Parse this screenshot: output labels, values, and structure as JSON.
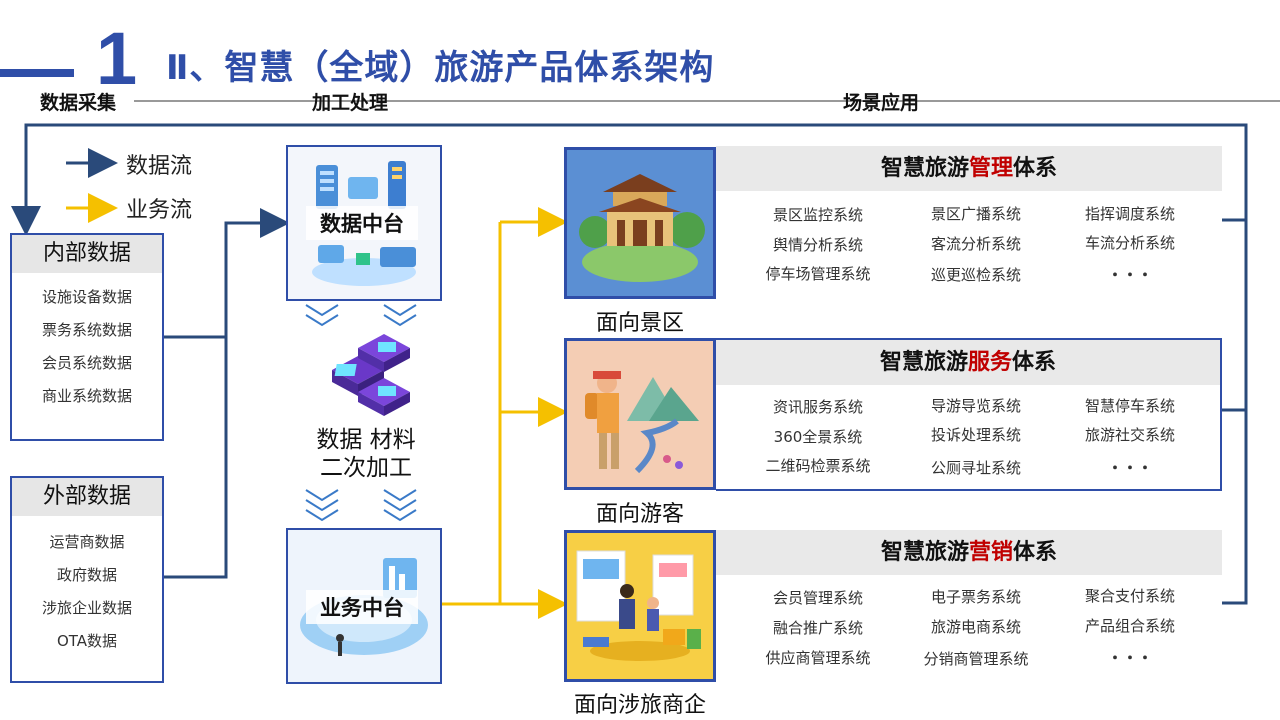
{
  "slide_number": "1",
  "title": "Ⅱ、智慧（全域）旅游产品体系架构",
  "stages": {
    "collect": "数据采集",
    "process": "加工处理",
    "apply": "场景应用"
  },
  "legend": {
    "data_flow": "数据流",
    "business_flow": "业务流",
    "data_flow_color": "#2a4a7a",
    "business_flow_color": "#f5c000"
  },
  "internal": {
    "title": "内部数据",
    "items": [
      "设施设备数据",
      "票务系统数据",
      "会员系统数据",
      "商业系统数据"
    ]
  },
  "external": {
    "title": "外部数据",
    "items": [
      "运营商数据",
      "政府数据",
      "涉旅企业数据",
      "OTA数据"
    ]
  },
  "data_platform": "数据中台",
  "process_text": [
    "数据 材料",
    "二次加工"
  ],
  "business_platform": "业务中台",
  "scenes": [
    {
      "caption": "面向景区",
      "head_pre": "智慧旅游",
      "head_hl": "管理",
      "head_post": "体系",
      "items": [
        "景区监控系统",
        "景区广播系统",
        "指挥调度系统",
        "舆情分析系统",
        "客流分析系统",
        "车流分析系统",
        "停车场管理系统",
        "巡更巡检系统",
        "・・・"
      ]
    },
    {
      "caption": "面向游客",
      "head_pre": "智慧旅游",
      "head_hl": "服务",
      "head_post": "体系",
      "items": [
        "资讯服务系统",
        "导游导览系统",
        "智慧停车系统",
        "360全景系统",
        "投诉处理系统",
        "旅游社交系统",
        "二维码检票系统",
        "公厕寻址系统",
        "・・・"
      ]
    },
    {
      "caption": "面向涉旅商企",
      "head_pre": "智慧旅游",
      "head_hl": "营销",
      "head_post": "体系",
      "items": [
        "会员管理系统",
        "电子票务系统",
        "聚合支付系统",
        "融合推广系统",
        "旅游电商系统",
        "产品组合系统",
        "供应商管理系统",
        "分销商管理系统",
        "・・・"
      ]
    }
  ],
  "icons": [
    "arrow-icon",
    "server-icon",
    "chip-icon",
    "chevron-down-icon",
    "temple-icon",
    "tourist-icon",
    "shop-icon"
  ],
  "colors": {
    "primary": "#2f4ea8",
    "highlight": "#c00000",
    "panel_head": "#e9e9e9"
  }
}
